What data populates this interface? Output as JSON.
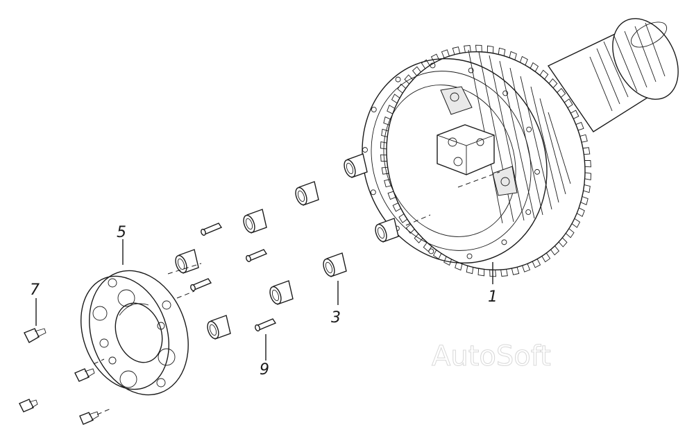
{
  "diagram": {
    "watermark": "AutoSoft",
    "callouts": [
      {
        "id": "part-1",
        "label": "1"
      },
      {
        "id": "part-3",
        "label": "3"
      },
      {
        "id": "part-5",
        "label": "5"
      },
      {
        "id": "part-7",
        "label": "7"
      },
      {
        "id": "part-9",
        "label": "9"
      }
    ],
    "colors": {
      "ink": "#1a1a1a",
      "paper": "#ffffff",
      "watermark": "#d8d8d8"
    }
  }
}
